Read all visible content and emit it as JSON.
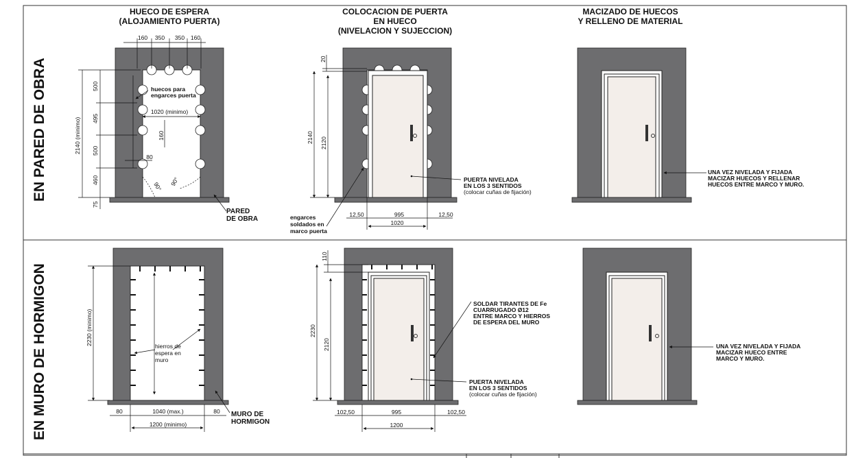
{
  "columns": {
    "c1": {
      "l1": "HUECO DE ESPERA",
      "l2": "(ALOJAMIENTO PUERTA)"
    },
    "c2": {
      "l1": "COLOCACION DE PUERTA",
      "l2": "EN HUECO",
      "l3": "(NIVELACION Y SUJECCION)"
    },
    "c3": {
      "l1": "MACIZADO DE HUECOS",
      "l2": "Y RELLENO DE MATERIAL"
    }
  },
  "rows": {
    "r1": "EN PARED DE OBRA",
    "r2": "EN MURO DE HORMIGON"
  },
  "top_left": {
    "d160a": "160",
    "d350a": "350",
    "d350b": "350",
    "d160b": "160",
    "d500a": "500",
    "d495": "495",
    "d500b": "500",
    "d460": "460",
    "d75": "75",
    "d2140min": "2140 (minimo)",
    "d1020min": "1020 (minimo)",
    "d160v": "160",
    "d80": "80",
    "a90a": "90°",
    "a90b": "90°",
    "huecos_l1": "huecos para",
    "huecos_l2": "engarces puerta",
    "pared_l1": "PARED",
    "pared_l2": "DE OBRA"
  },
  "top_mid": {
    "d20": "20",
    "d2140": "2140",
    "d2120": "2120",
    "d1250a": "12,50",
    "d995": "995",
    "d1250b": "12,50",
    "d1020": "1020",
    "eng_l1": "engarces",
    "eng_l2": "soldados en",
    "eng_l3": "marco puerta",
    "pn_l1": "PUERTA NIVELADA",
    "pn_l2": "EN LOS 3 SENTIDOS",
    "pn_l3": "(colocar cuñas de fijación)"
  },
  "top_right": {
    "n_l1": "UNA VEZ NIVELADA Y FIJADA",
    "n_l2": "MACIZAR HUECOS Y RELLENAR",
    "n_l3": "HUECOS ENTRE MARCO Y MURO."
  },
  "bot_left": {
    "d2230min": "2230 (minimo)",
    "hie_l1": "hierros de",
    "hie_l2": "espera en",
    "hie_l3": "muro",
    "d80a": "80",
    "d1040max": "1040 (max.)",
    "d80b": "80",
    "d1200min": "1200 (minimo)",
    "muro_l1": "MURO DE",
    "muro_l2": "HORMIGON"
  },
  "bot_mid": {
    "d110": "110",
    "d2230": "2230",
    "d2120": "2120",
    "d10250a": "102,50",
    "d995": "995",
    "d10250b": "102,50",
    "d1200": "1200",
    "sol_l1": "SOLDAR TIRANTES DE Fe",
    "sol_l2": "CUARRUGADO Ø12",
    "sol_l3": "ENTRE MARCO Y HIERROS",
    "sol_l4": "DE ESPERA DEL MURO",
    "pn_l1": "PUERTA NIVELADA",
    "pn_l2": "EN LOS 3 SENTIDOS",
    "pn_l3": "(colocar cuñas de fijación)"
  },
  "bot_right": {
    "n_l1": "UNA VEZ NIVELADA Y FIJADA",
    "n_l2": "MACIZAR HUECO ENTRE",
    "n_l3": "MARCO Y MURO."
  }
}
